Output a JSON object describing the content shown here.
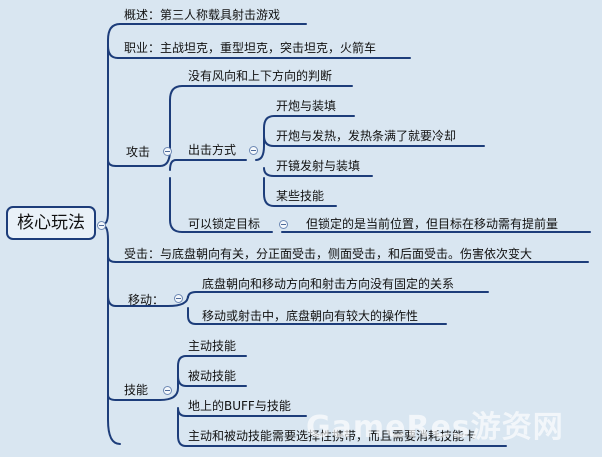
{
  "mindmap": {
    "root": "核心玩法",
    "overview": "概述：第三人称载具射击游戏",
    "profession": "职业：主战坦克，重型坦克，突击坦克，火箭车",
    "attack": {
      "label": "攻击",
      "no_wind": "没有风向和上下方向的判断",
      "fire_mode": {
        "label": "出击方式",
        "items": [
          "开炮与装填",
          "开炮与发热，发热条满了就要冷却",
          "开镜发射与装填",
          "某些技能"
        ]
      },
      "lock_target": "可以锁定目标",
      "lock_note": "但锁定的是当前位置，但目标在移动需有提前量"
    },
    "hit": "受击：与底盘朝向有关，分正面受击，侧面受击，和后面受击。伤害依次变大",
    "move": {
      "label": "移动：",
      "items": [
        "底盘朝向和移动方向和射击方向没有固定的关系",
        "移动或射击中，底盘朝向有较大的操作性"
      ]
    },
    "skill": {
      "label": "技能",
      "items": [
        "主动技能",
        "被动技能",
        "地上的BUFF与技能",
        "主动和被动技能需要选择性携带，而且需要消耗技能卡"
      ]
    }
  },
  "watermark": "GameRes游资网",
  "colors": {
    "line": "#1d3d7a",
    "background": "#d9e6f1"
  }
}
